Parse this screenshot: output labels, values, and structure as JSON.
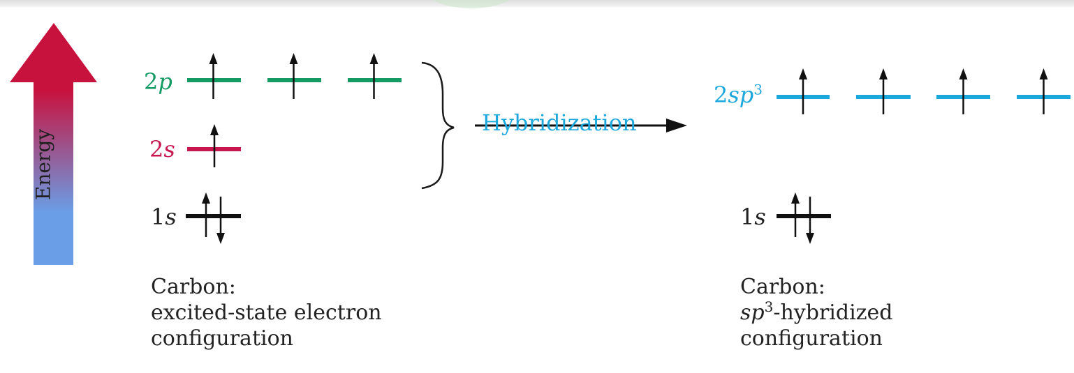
{
  "energy_axis": {
    "label": "Energy"
  },
  "excited": {
    "p_label": {
      "main": "2",
      "sub": "p"
    },
    "s_label": {
      "main": "2",
      "sub": "s"
    },
    "core_label": {
      "main": "1",
      "sub": "s"
    },
    "caption": {
      "line1": "Carbon:",
      "line2": "excited-state electron",
      "line3": "configuration"
    }
  },
  "process": {
    "label": "Hybridization"
  },
  "hybridized": {
    "sp3_label": {
      "main": "2",
      "sub": "sp",
      "sup": "3"
    },
    "core_label": {
      "main": "1",
      "sub": "s"
    },
    "caption": {
      "line1": "Carbon:",
      "line2_sub": "sp",
      "line2_sup": "3",
      "line2_rest": "-hybridized",
      "line3": "configuration"
    }
  },
  "colors": {
    "p_orbital": "#149b63",
    "s_orbital": "#c8174e",
    "sp3_orbital": "#1ca8dc",
    "core": "#111111",
    "arrow_top": "#c8123e",
    "arrow_bottom": "#6a9ee6"
  }
}
